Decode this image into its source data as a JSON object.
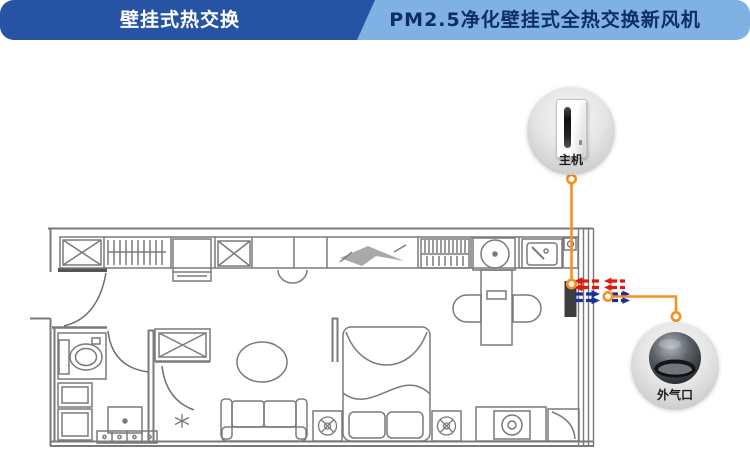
{
  "header": {
    "left_label": "壁挂式热交换",
    "right_label": "PM2.5净化壁挂式全热交换新风机"
  },
  "callouts": {
    "main_unit": {
      "label": "主机"
    },
    "outdoor_vent": {
      "label": "外气口"
    }
  },
  "colors": {
    "header_dark_blue": "#2653a3",
    "header_light_blue": "#7fb1e2",
    "header_right_text": "#0e2d68",
    "connector_orange": "#f59120",
    "supply_red": "#e3170d",
    "exhaust_blue": "#1b2f9b",
    "plan_line_gray": "#7a7a7a",
    "wall_unit_dark": "#3d3d3d"
  }
}
